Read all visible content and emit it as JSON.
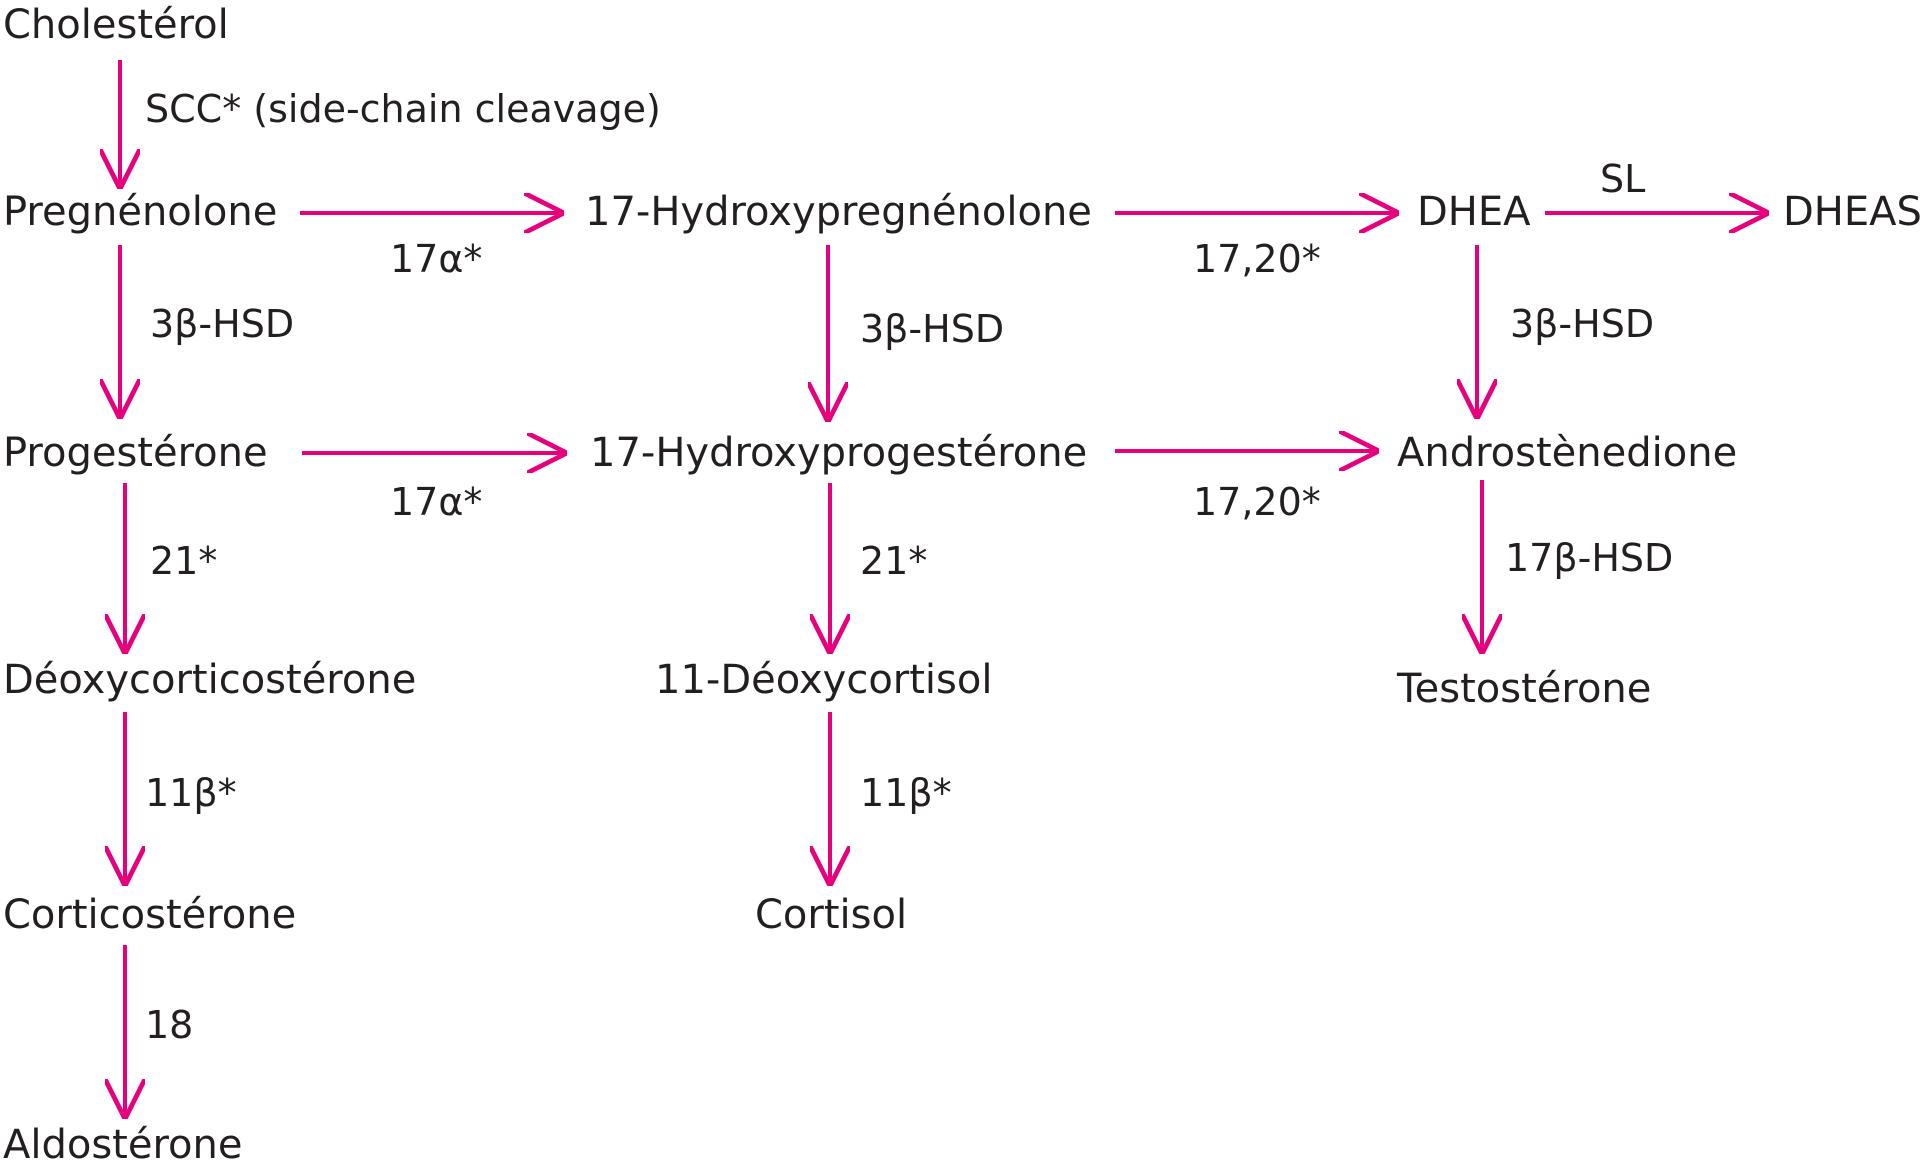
{
  "colors": {
    "arrow": "#e6007e",
    "text": "#231f20",
    "background": "#ffffff"
  },
  "nodes": {
    "cholesterol": "Cholestérol",
    "pregnenolone": "Pregnénolone",
    "hydroxypregnenolone": "17-Hydroxypregnénolone",
    "dhea": "DHEA",
    "dheas": "DHEAS",
    "progesterone": "Progestérone",
    "hydroxyprogesterone": "17-Hydroxyprogestérone",
    "androstenedione": "Androstènedione",
    "deoxycorticosterone": "Déoxycorticostérone",
    "deoxycortisol": "11-Déoxycortisol",
    "testosterone": "Testostérone",
    "corticosterone": "Corticostérone",
    "cortisol": "Cortisol",
    "aldosterone": "Aldostérone"
  },
  "enzymes": {
    "scc": "SCC* (side-chain cleavage)",
    "alpha17_top": "17α*",
    "lyase_top": "17,20*",
    "sl": "SL",
    "hsd3b_left": "3β-HSD",
    "hsd3b_mid": "3β-HSD",
    "hsd3b_right": "3β-HSD",
    "alpha17_bottom": "17α*",
    "lyase_bottom": "17,20*",
    "h21_left": "21*",
    "h21_mid": "21*",
    "hsd17b": "17β-HSD",
    "h11b_left": "11β*",
    "h11b_mid": "11β*",
    "h18": "18"
  }
}
